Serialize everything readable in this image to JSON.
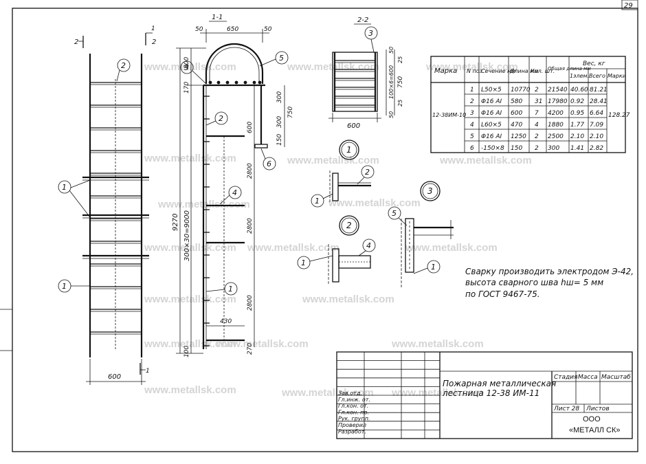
{
  "sheet": {
    "page_number": "29",
    "title_line1": "Пожарная  металлическая",
    "title_line2": "лестница  12-38 ИМ-11",
    "stage_header": "Стадия",
    "mass_header": "Масса",
    "scale_header": "Масштаб",
    "sheet_label": "Лист 28",
    "sheets_label": "Листов",
    "company_line1": "ООО",
    "company_line2": "«МЕТАЛЛ СК»",
    "signatures": [
      "Зав.отд.",
      "Гл.инж. от.",
      "Гл.кон. от.",
      "Гл.кон. пр.",
      "Рук. групп.",
      "Проверил",
      "Разработ."
    ]
  },
  "watermark": "www.metallsk.com",
  "welding_note": [
    "Сварку производить электродом Э-42,",
    "высота сварного шва hш= 5 мм",
    "по ГОСТ 9467-75."
  ],
  "front_view": {
    "section_mark_left": "2",
    "section_mark_right": "2",
    "section_mark_top": "1",
    "section_mark_bottom": "1",
    "width_dim": "600",
    "callouts": [
      "2",
      "1",
      "1"
    ]
  },
  "side_view": {
    "section_title": "1-1",
    "top_dims": [
      "50",
      "650",
      "50"
    ],
    "dim_800": "800",
    "dim_170": "170",
    "total_height": "9270",
    "step_height": "300×30=9000",
    "dim_100": "100",
    "right_dims": [
      "300",
      "300",
      "750",
      "600",
      "150",
      "2800",
      "2800",
      "2800",
      "270"
    ],
    "dim_430": "430",
    "callouts": [
      "3",
      "5",
      "2",
      "4",
      "1",
      "6"
    ]
  },
  "section_2_2": {
    "title": "2-2",
    "callout": "3",
    "width_dim": "600",
    "dims": [
      "50",
      "100×6=600",
      "750",
      "25",
      "25",
      "50"
    ]
  },
  "nodes": [
    {
      "number": "1",
      "callouts": [
        "2",
        "1"
      ]
    },
    {
      "number": "2",
      "callouts": [
        "4",
        "1"
      ]
    },
    {
      "number": "3",
      "callouts": [
        "5",
        "1"
      ]
    }
  ],
  "spec_table": {
    "headers": {
      "mark": "Марка",
      "pos": "N поз",
      "section": "Сечение мм",
      "length": "Длина мм",
      "qty": "Кол. шт.",
      "total_length": "Общая длина мм",
      "weight": "Вес, кг",
      "one": "1элем.",
      "all": "Всего",
      "mark_weight": "Марки"
    },
    "mark_value": "12-38ИМ-10",
    "mark_weight_value": "128.27",
    "rows": [
      {
        "pos": "1",
        "section": "L50×5",
        "length": "10770",
        "qty": "2",
        "total": "21540",
        "one": "40.60",
        "all": "81.21"
      },
      {
        "pos": "2",
        "section": "Φ16 АI",
        "length": "580",
        "qty": "31",
        "total": "17980",
        "one": "0.92",
        "all": "28.41"
      },
      {
        "pos": "3",
        "section": "Φ16 АI",
        "length": "600",
        "qty": "7",
        "total": "4200",
        "one": "0.95",
        "all": "6.64"
      },
      {
        "pos": "4",
        "section": "L60×5",
        "length": "470",
        "qty": "4",
        "total": "1880",
        "one": "1.77",
        "all": "7.09"
      },
      {
        "pos": "5",
        "section": "Φ16 АI",
        "length": "1250",
        "qty": "2",
        "total": "2500",
        "one": "2.10",
        "all": "2.10"
      },
      {
        "pos": "6",
        "section": "-150×8",
        "length": "150",
        "qty": "2",
        "total": "300",
        "one": "1.41",
        "all": "2.82"
      }
    ]
  }
}
